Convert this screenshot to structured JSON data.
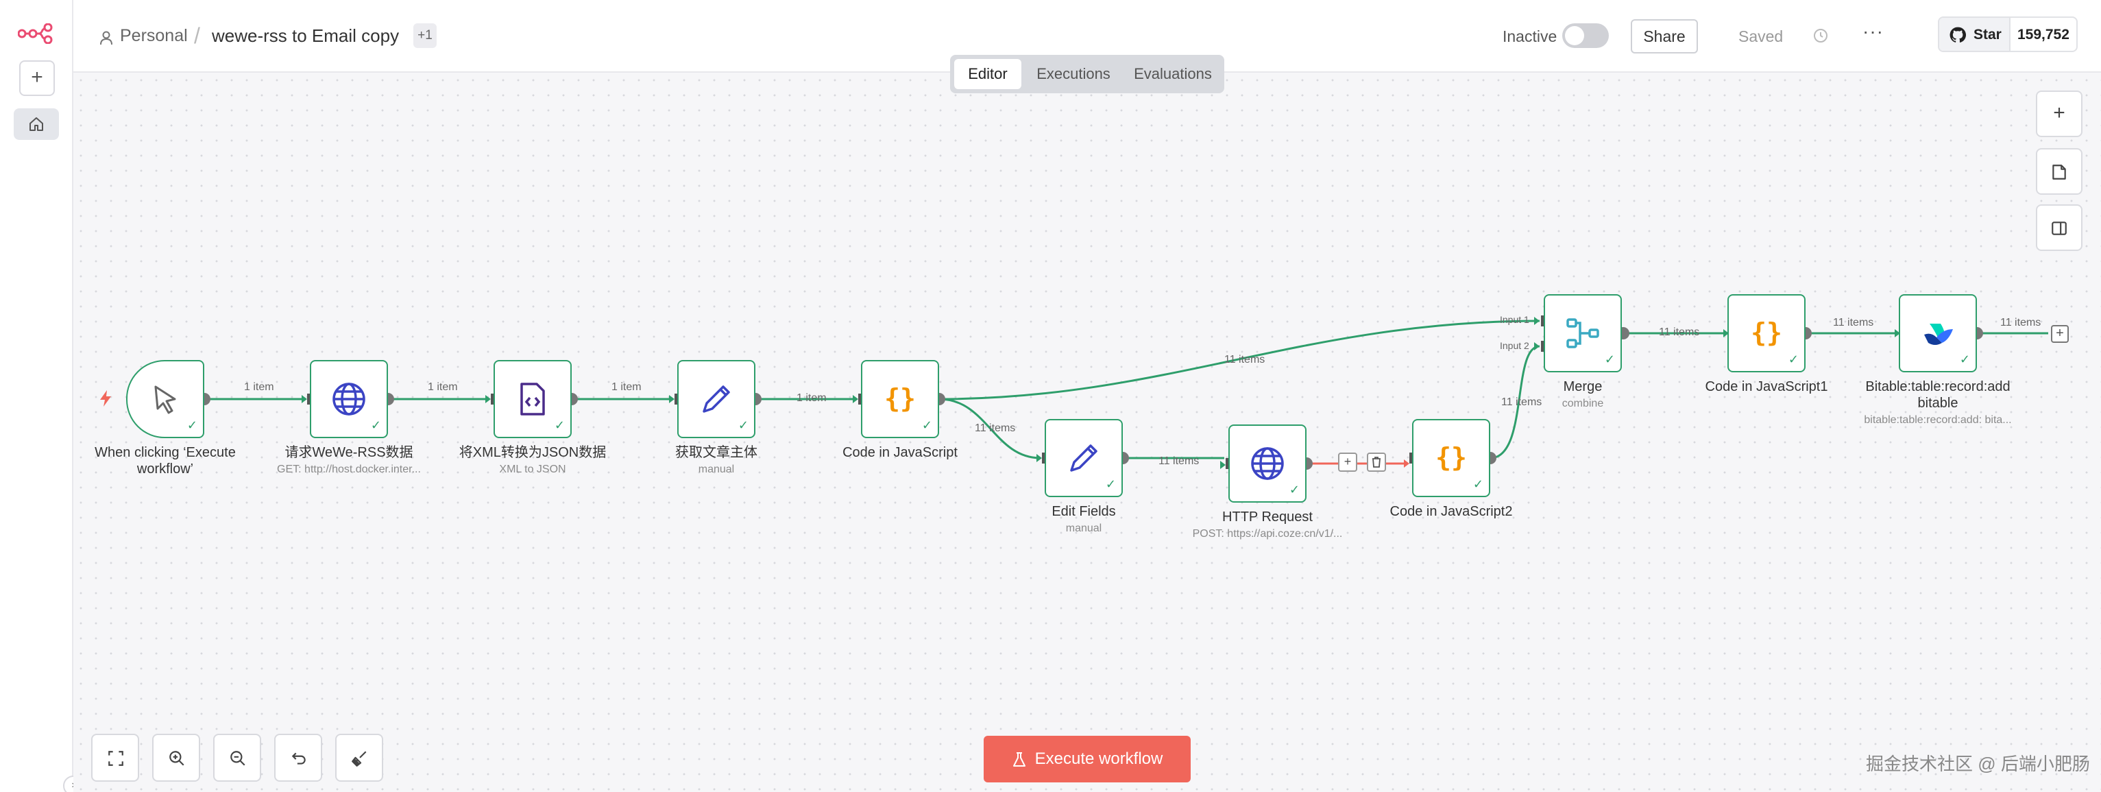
{
  "breadcrumb": {
    "project": "Personal",
    "workflow_name": "wewe-rss to Email copy",
    "tag_count": "+1"
  },
  "header": {
    "status_label": "Inactive",
    "active": false,
    "share_label": "Share",
    "saved_label": "Saved",
    "github_star_label": "Star",
    "github_star_count": "159,752"
  },
  "tabs": [
    {
      "label": "Editor",
      "active": true
    },
    {
      "label": "Executions",
      "active": false
    },
    {
      "label": "Evaluations",
      "active": false
    }
  ],
  "nodes": [
    {
      "id": "trigger",
      "name": "When clicking ‘Execute workflow’",
      "subtitle": "",
      "icon": "cursor-icon"
    },
    {
      "id": "rss",
      "name": "请求WeWe-RSS数据",
      "subtitle": "GET: http://host.docker.inter...",
      "icon": "globe-icon"
    },
    {
      "id": "xml",
      "name": "将XML转换为JSON数据",
      "subtitle": "XML to JSON",
      "icon": "code-file-icon"
    },
    {
      "id": "fetch",
      "name": "获取文章主体",
      "subtitle": "manual",
      "icon": "pencil-icon"
    },
    {
      "id": "code1",
      "name": "Code in JavaScript",
      "subtitle": "",
      "icon": "braces-icon"
    },
    {
      "id": "edit",
      "name": "Edit Fields",
      "subtitle": "manual",
      "icon": "pencil-icon"
    },
    {
      "id": "http",
      "name": "HTTP Request",
      "subtitle": "POST: https://api.coze.cn/v1/...",
      "icon": "globe-icon"
    },
    {
      "id": "code2",
      "name": "Code in JavaScript2",
      "subtitle": "",
      "icon": "braces-icon"
    },
    {
      "id": "merge",
      "name": "Merge",
      "subtitle": "combine",
      "icon": "merge-icon"
    },
    {
      "id": "code3",
      "name": "Code in JavaScript1",
      "subtitle": "",
      "icon": "braces-icon"
    },
    {
      "id": "bitable",
      "name": "Bitable:table:record:add bitable",
      "subtitle": "bitable:table:record:add: bita...",
      "icon": "feishu-icon"
    }
  ],
  "edges": [
    {
      "label": "1 item"
    },
    {
      "label": "1 item"
    },
    {
      "label": "1 item"
    },
    {
      "label": "1 item"
    },
    {
      "label": "11 items"
    },
    {
      "label": "11 items"
    },
    {
      "label": "11 items"
    },
    {
      "label": "11 items"
    },
    {
      "label": "11 items"
    },
    {
      "label": "11 items"
    }
  ],
  "merge_inputs": [
    "Input 1",
    "Input 2"
  ],
  "execute_button": "Execute workflow",
  "watermark": "掘金技术社区 @ 后端小肥肠",
  "colors": {
    "success": "#2e9e6b",
    "execute": "#f0665a",
    "brand": "#ea4b71"
  }
}
